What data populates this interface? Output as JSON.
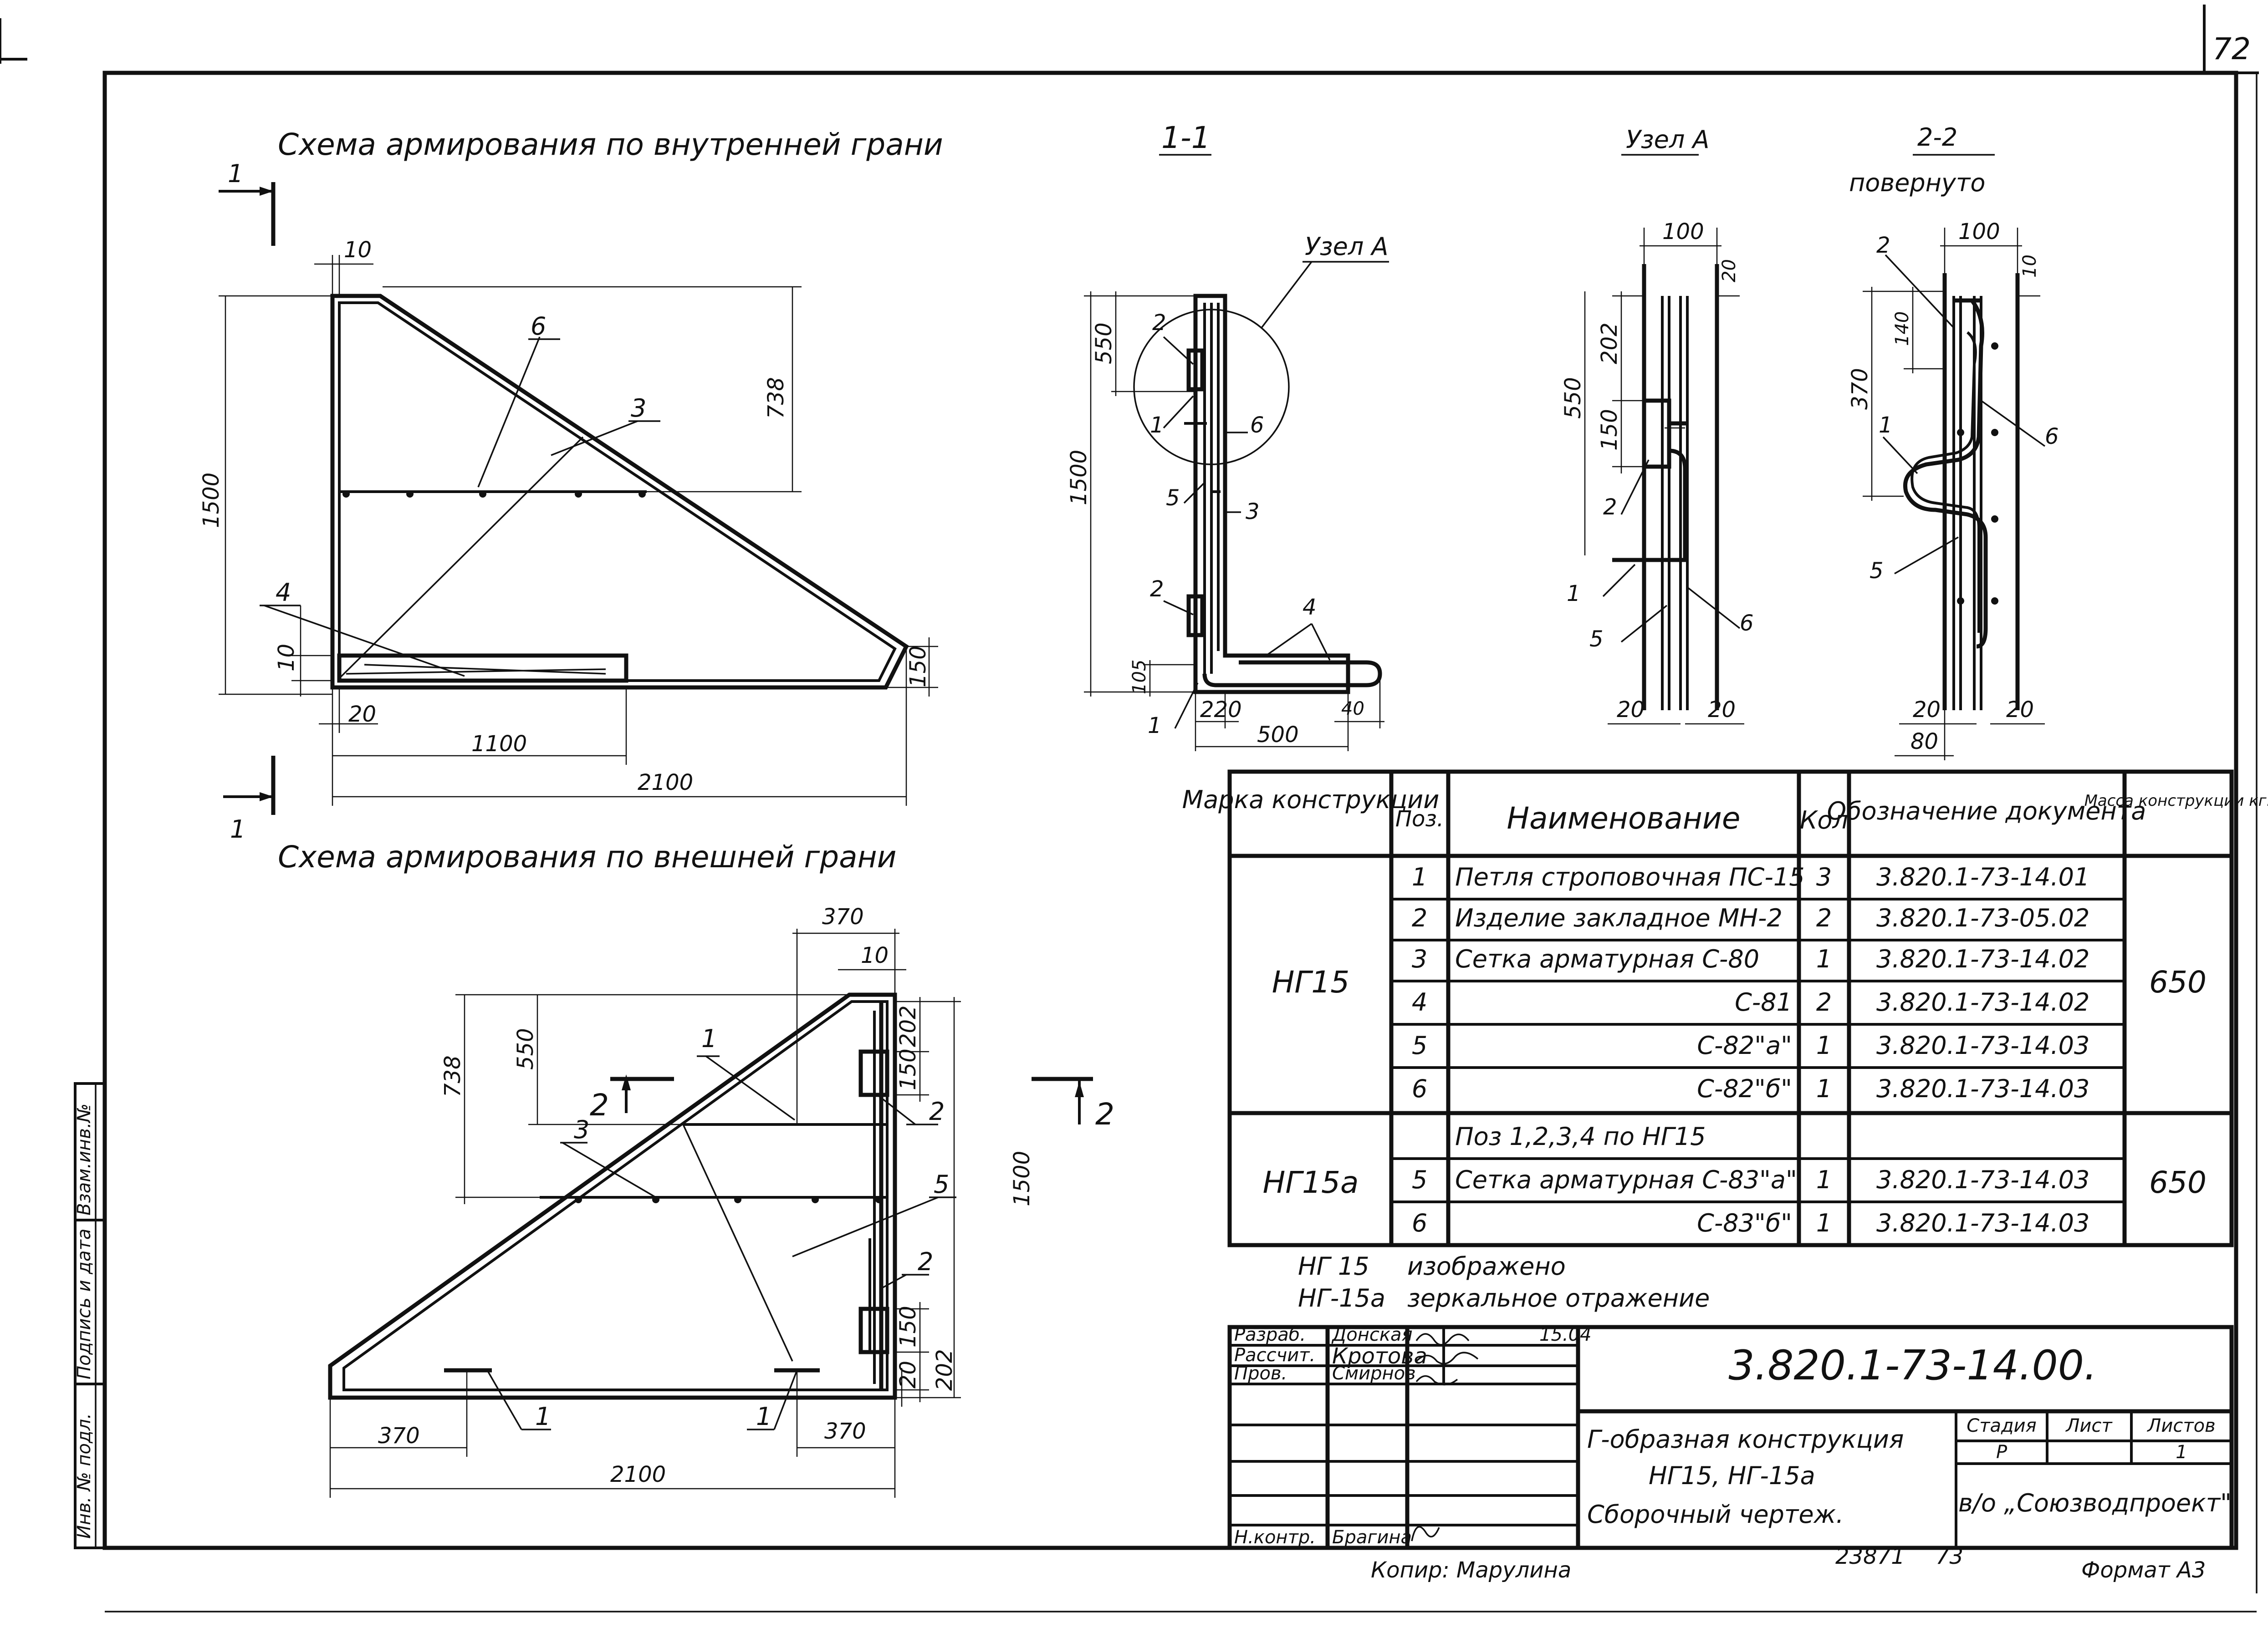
{
  "page_number": "72",
  "views": {
    "inner_title": "Схема армирования по внутренней грани",
    "outer_title": "Схема армирования по внешней грани",
    "section_11": "1-1",
    "node_a": "Узел А",
    "node_a_callout": "Узел А",
    "section_22": "2-2",
    "rotated": "повернуто",
    "cut_1_top": "1",
    "cut_1_bottom": "1",
    "cut_2_left": "2",
    "cut_2_right": "2"
  },
  "inner_dims": {
    "d10": "10",
    "d738": "738",
    "d1500": "1500",
    "d10b": "10",
    "d20": "20",
    "d1100": "1100",
    "d2100": "2100",
    "d150": "150",
    "p6": "6",
    "p3": "3",
    "p4": "4"
  },
  "outer_dims": {
    "d370": "370",
    "d10": "10",
    "d202": "202",
    "d150": "150",
    "d738": "738",
    "d550": "550",
    "d1500": "1500",
    "d150b": "150",
    "d202b": "202",
    "d20": "20",
    "d370l": "370",
    "d370r": "370",
    "d2100": "2100",
    "p1a": "1",
    "p2a": "2",
    "p3": "3",
    "p5": "5",
    "p2b": "2",
    "p1b": "1",
    "p1c": "1"
  },
  "sec11_dims": {
    "d550": "550",
    "d1500": "1500",
    "d105": "105",
    "d220": "220",
    "d500": "500",
    "d40": "40",
    "p2a": "2",
    "p1a": "1",
    "p5": "5",
    "p6": "6",
    "p3": "3",
    "p2b": "2",
    "p4": "4",
    "p1b": "1"
  },
  "node_dims": {
    "d100": "100",
    "d20": "20",
    "d202": "202",
    "d550": "550",
    "d150": "150",
    "d20l": "20",
    "d20r": "20",
    "p2": "2",
    "p1": "1",
    "p5": "5",
    "p6": "6"
  },
  "sec22_dims": {
    "d100": "100",
    "d10": "10",
    "d140": "140",
    "d370": "370",
    "d20l": "20",
    "d20r": "20",
    "d80": "80",
    "p2": "2",
    "p1": "1",
    "p6": "6",
    "p5": "5"
  },
  "spec": {
    "headers": {
      "mark": "Марка конструкции",
      "pos": "Поз.",
      "name": "Наименование",
      "qty": "Кол",
      "doc": "Обозначение документа",
      "mass": "Масса конструкции кг."
    },
    "group1": {
      "mark": "НГ15",
      "mass": "650"
    },
    "group2": {
      "mark": "НГ15а",
      "mass": "650"
    },
    "rows": [
      {
        "pos": "1",
        "name": "Петля строповочная ПС-15",
        "qty": "3",
        "doc": "3.820.1-73-14.01"
      },
      {
        "pos": "2",
        "name": "Изделие закладное МН-2",
        "qty": "2",
        "doc": "3.820.1-73-05.02"
      },
      {
        "pos": "3",
        "name": "Сетка арматурная С-80",
        "qty": "1",
        "doc": "3.820.1-73-14.02"
      },
      {
        "pos": "4",
        "name": "С-81",
        "qty": "2",
        "doc": "3.820.1-73-14.02"
      },
      {
        "pos": "5",
        "name": "С-82\"а\"",
        "qty": "1",
        "doc": "3.820.1-73-14.03"
      },
      {
        "pos": "6",
        "name": "С-82\"б\"",
        "qty": "1",
        "doc": "3.820.1-73-14.03"
      },
      {
        "pos": "",
        "name": "Поз 1,2,3,4 по НГ15",
        "qty": "",
        "doc": ""
      },
      {
        "pos": "5",
        "name": "Сетка арматурная С-83\"а\"",
        "qty": "1",
        "doc": "3.820.1-73-14.03"
      },
      {
        "pos": "6",
        "name": "С-83\"б\"",
        "qty": "1",
        "doc": "3.820.1-73-14.03"
      }
    ]
  },
  "notes": {
    "line1_mark": "НГ 15",
    "line1_text": "изображено",
    "line2_mark": "НГ-15а",
    "line2_text": "зеркальное отражение"
  },
  "title_block": {
    "roles": [
      "Разраб.",
      "Рассчит.",
      "Пров.",
      "",
      "",
      "",
      "Н.контр."
    ],
    "names": [
      "Донская",
      "Кротова",
      "Смирнов",
      "",
      "",
      "",
      "Брагина"
    ],
    "date": "15.04",
    "doc_code": "3.820.1-73-14.00.",
    "desc_line1": "Г-образная конструкция",
    "desc_line2": "НГ15, НГ-15а",
    "desc_line3": "Сборочный чертеж.",
    "stage_h": "Стадия",
    "sheet_h": "Лист",
    "sheets_h": "Листов",
    "stage": "Р",
    "sheet": "",
    "sheets": "1",
    "org": "в/о „Союзводпроект\""
  },
  "side_stamp": {
    "inv": "Инв. № подл.",
    "sign": "Подпись и дата",
    "vzam": "Взам.инв.№"
  },
  "footer": {
    "copier": "Копир: Марулина",
    "order": "23871",
    "sheet": "73",
    "format": "Формат А3"
  }
}
